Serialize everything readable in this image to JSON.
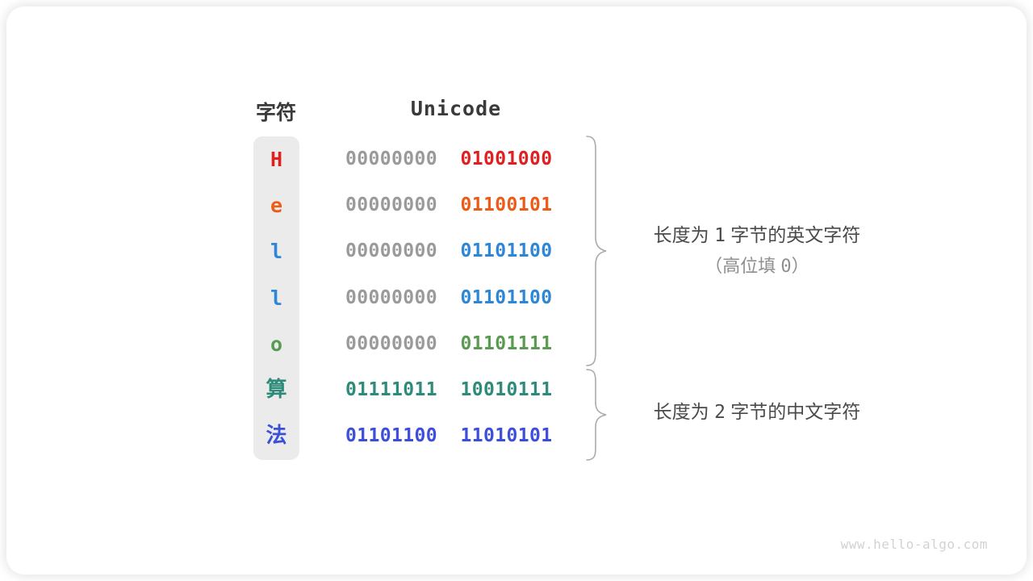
{
  "figure": {
    "headers": {
      "character": "字符",
      "encoding": "Unicode"
    },
    "rows": [
      {
        "char": "H",
        "char_kind": "latin",
        "char_color": "#E02020",
        "high_byte": "00000000",
        "low_byte": "01001000",
        "bits_color": "#E02020"
      },
      {
        "char": "e",
        "char_kind": "latin",
        "char_color": "#EC5B17",
        "high_byte": "00000000",
        "low_byte": "01100101",
        "bits_color": "#EC5B17"
      },
      {
        "char": "l",
        "char_kind": "latin",
        "char_color": "#2E86D6",
        "high_byte": "00000000",
        "low_byte": "01101100",
        "bits_color": "#2E86D6"
      },
      {
        "char": "l",
        "char_kind": "latin",
        "char_color": "#2E86D6",
        "high_byte": "00000000",
        "low_byte": "01101100",
        "bits_color": "#2E86D6"
      },
      {
        "char": "o",
        "char_kind": "latin",
        "char_color": "#5A9B52",
        "high_byte": "00000000",
        "low_byte": "01101111",
        "bits_color": "#5A9B52"
      },
      {
        "char": "算",
        "char_kind": "cjk",
        "char_color": "#2E8B7A",
        "high_byte": "01111011",
        "low_byte": "10010111",
        "bits_color": "#2E8B7A"
      },
      {
        "char": "法",
        "char_kind": "cjk",
        "char_color": "#3B4FD8",
        "high_byte": "01101100",
        "low_byte": "11010101",
        "bits_color": "#3B4FD8"
      }
    ],
    "annotations": [
      {
        "main_prefix": "长度为 ",
        "main_number": "1",
        "main_suffix": " 字节的英文字符",
        "sub_prefix": "（高位填 ",
        "sub_number": "0",
        "sub_suffix": "）"
      },
      {
        "main_prefix": "长度为 ",
        "main_number": "2",
        "main_suffix": " 字节的中文字符",
        "sub_prefix": "",
        "sub_number": "",
        "sub_suffix": ""
      }
    ],
    "watermark": "www.hello-algo.com",
    "colors": {
      "strip_background": "#EBEBEB",
      "high_byte_gray": "#9A9A9A",
      "brace_gray": "#AAAAAA",
      "annotation_text": "#4A4A4A",
      "annotation_sub_text": "#8E8E8E",
      "header_text": "#3A3A3A",
      "watermark_text": "#D2D2D2",
      "card_background": "#FFFFFF"
    }
  }
}
